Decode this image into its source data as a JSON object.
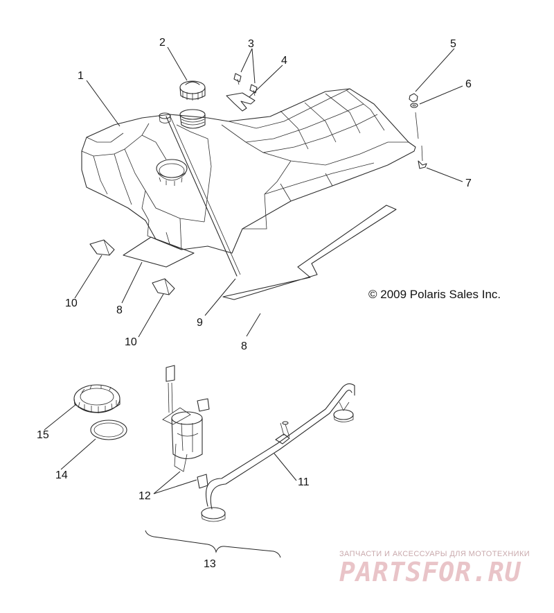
{
  "callouts": {
    "c1": "1",
    "c2": "2",
    "c3": "3",
    "c4": "4",
    "c5": "5",
    "c6": "6",
    "c7": "7",
    "c8a": "8",
    "c8b": "8",
    "c9": "9",
    "c10a": "10",
    "c10b": "10",
    "c11": "11",
    "c12": "12",
    "c13": "13",
    "c14": "14",
    "c15": "15"
  },
  "copyright": "© 2009 Polaris Sales Inc.",
  "watermark": {
    "tagline": "ЗАПЧАСТИ И АКСЕССУАРЫ ДЛЯ МОТОТЕХНИКИ",
    "brand": "PARTSFOR.RU"
  },
  "colors": {
    "ink": "#2b2b2b",
    "watermark_text": "#c9a9ac",
    "watermark_brand": "#e9c4c8"
  }
}
